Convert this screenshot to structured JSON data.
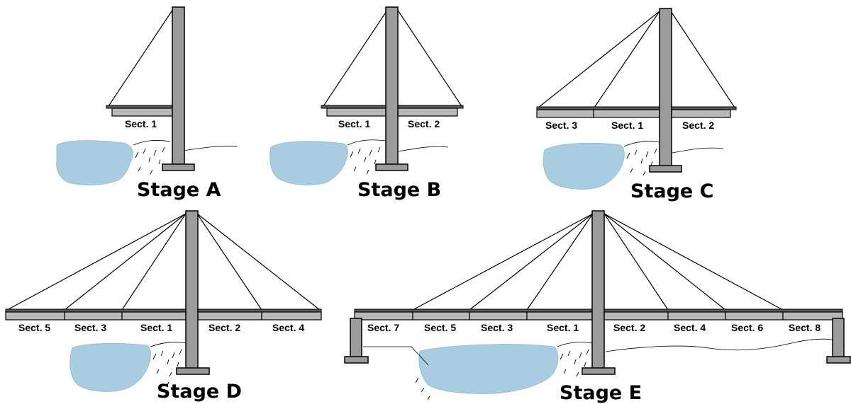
{
  "stages": [
    {
      "title": "Stage A",
      "sections": [
        "Sect. 1"
      ]
    },
    {
      "title": "Stage B",
      "sections": [
        "Sect. 1",
        "Sect. 2"
      ]
    },
    {
      "title": "Stage C",
      "sections": [
        "Sect. 3",
        "Sect. 1",
        "Sect. 2"
      ]
    },
    {
      "title": "Stage D",
      "sections": [
        "Sect. 5",
        "Sect. 3",
        "Sect. 1",
        "Sect. 2",
        "Sect. 4"
      ]
    },
    {
      "title": "Stage E",
      "sections": [
        "Sect. 7",
        "Sect. 5",
        "Sect. 3",
        "Sect. 1",
        "Sect. 2",
        "Sect. 4",
        "Sect. 6",
        "Sect. 8"
      ]
    }
  ],
  "colors": {
    "pylon": "#9b9b9b",
    "deck": "#b9b9b9",
    "water": "#a9cde0"
  }
}
